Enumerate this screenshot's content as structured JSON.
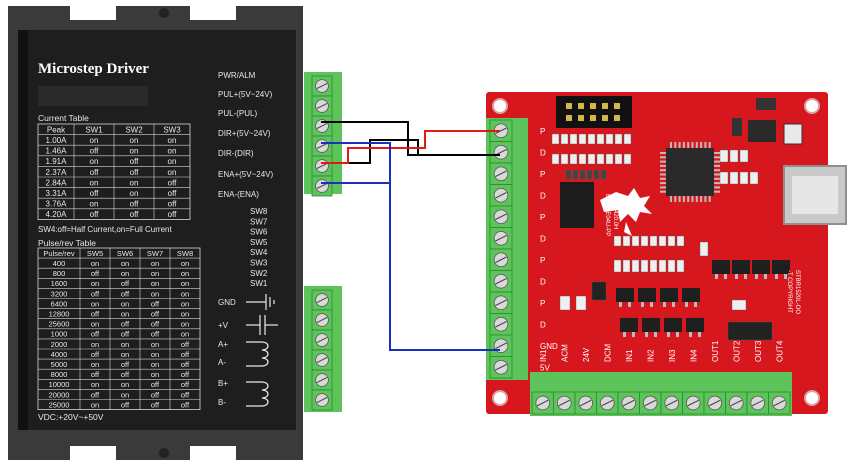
{
  "driver": {
    "title": "Microstep Driver",
    "current_table": {
      "caption": "Current  Table",
      "headers": [
        "Peak",
        "SW1",
        "SW2",
        "SW3"
      ],
      "rows": [
        [
          "1.00A",
          "on",
          "on",
          "on"
        ],
        [
          "1.46A",
          "off",
          "on",
          "on"
        ],
        [
          "1.91A",
          "on",
          "off",
          "on"
        ],
        [
          "2.37A",
          "off",
          "off",
          "on"
        ],
        [
          "2.84A",
          "on",
          "on",
          "off"
        ],
        [
          "3.31A",
          "off",
          "on",
          "off"
        ],
        [
          "3.76A",
          "on",
          "off",
          "off"
        ],
        [
          "4.20A",
          "off",
          "off",
          "off"
        ]
      ]
    },
    "sw4_note": "SW4:off=Half Current,on=Full Current",
    "pulse_table": {
      "caption": "Pulse/rev Table",
      "headers": [
        "Pulse/rev",
        "SW5",
        "SW6",
        "SW7",
        "SW8"
      ],
      "rows": [
        [
          "400",
          "on",
          "on",
          "on",
          "on"
        ],
        [
          "800",
          "off",
          "on",
          "on",
          "on"
        ],
        [
          "1600",
          "on",
          "off",
          "on",
          "on"
        ],
        [
          "3200",
          "off",
          "off",
          "on",
          "on"
        ],
        [
          "6400",
          "on",
          "on",
          "off",
          "on"
        ],
        [
          "12800",
          "off",
          "on",
          "off",
          "on"
        ],
        [
          "25600",
          "on",
          "off",
          "off",
          "on"
        ],
        [
          "1000",
          "off",
          "off",
          "off",
          "on"
        ],
        [
          "2000",
          "on",
          "on",
          "on",
          "off"
        ],
        [
          "4000",
          "off",
          "on",
          "on",
          "off"
        ],
        [
          "5000",
          "on",
          "off",
          "on",
          "off"
        ],
        [
          "8000",
          "off",
          "off",
          "on",
          "off"
        ],
        [
          "10000",
          "on",
          "on",
          "off",
          "off"
        ],
        [
          "20000",
          "off",
          "on",
          "off",
          "off"
        ],
        [
          "25000",
          "on",
          "off",
          "off",
          "off"
        ]
      ]
    },
    "vdc": "VDC:+20V~+50V",
    "signal_labels": [
      "PWR/ALM",
      "PUL+(5V~24V)",
      "PUL-(PUL)",
      "DIR+(5V~24V)",
      "DIR-(DIR)",
      "ENA+(5V~24V)",
      "ENA-(ENA)"
    ],
    "switch_labels": [
      "SW8",
      "SW7",
      "SW6",
      "SW5",
      "SW4",
      "SW3",
      "SW2",
      "SW1"
    ],
    "power_labels": [
      "GND",
      "+V",
      "A+",
      "A-",
      "B+",
      "B-"
    ]
  },
  "board": {
    "left_pin_labels": [
      "P",
      "D",
      "P",
      "D",
      "P",
      "D",
      "P",
      "D",
      "P",
      "D",
      "GND",
      "5V"
    ],
    "bottom_labels": [
      "IN1",
      "ACM",
      "24V",
      "DCM",
      "IN1",
      "IN2",
      "IN3",
      "IN4",
      "OUT1",
      "OUT2",
      "OUT3",
      "OUT4"
    ],
    "chip_label": "BSMCE04U-PP",
    "chip_sub": "8IT0E420.0H",
    "side_text": "STBR1520L-OO",
    "side_text2": "-T COPYRIGHT",
    "colors": {
      "board": "#d6181e",
      "terminal": "#5cc45a"
    }
  },
  "wires": {
    "colors": {
      "black": "#000000",
      "red": "#e11b12",
      "blue": "#1a2fbf"
    }
  }
}
